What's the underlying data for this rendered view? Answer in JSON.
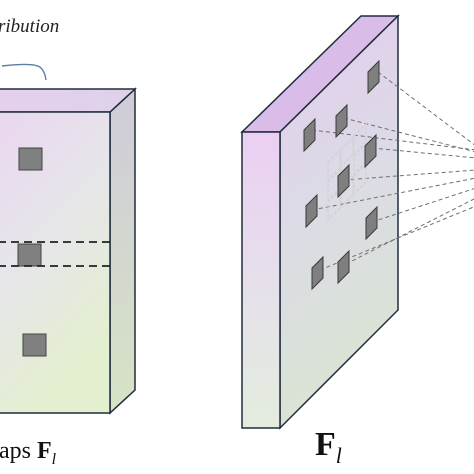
{
  "top_label": "ribution",
  "caption_left": {
    "text": "aps ",
    "symbol": "F",
    "subscript": "l"
  },
  "caption_right": {
    "symbol": "F",
    "subscript": "l"
  },
  "colors": {
    "outline": "#1f2d3d",
    "patch_fill": "#7f7f7f",
    "lavender": "#e9d3f1",
    "mint": "#e4efd6",
    "dashed_line": "#777777",
    "highlight_dash": "#dcdcdc"
  }
}
